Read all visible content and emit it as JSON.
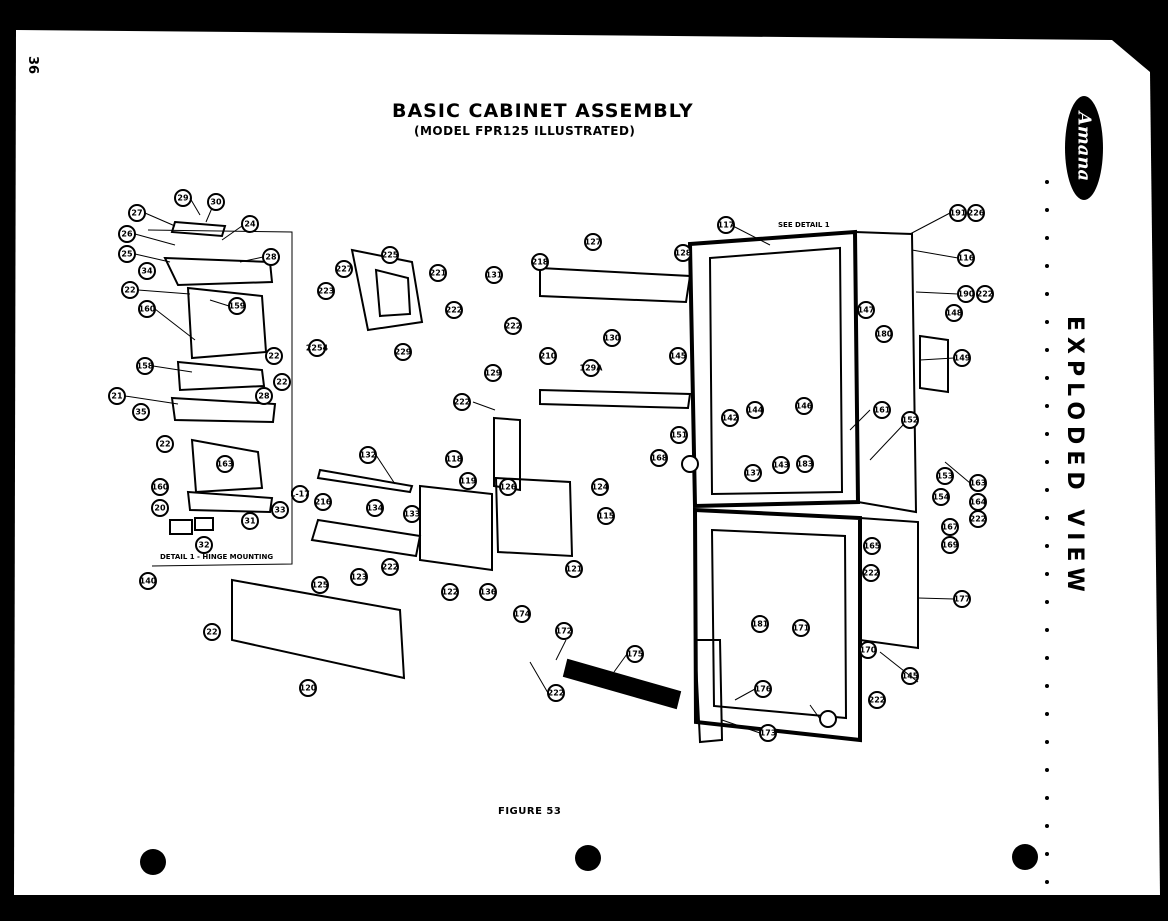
{
  "page": {
    "number": "36",
    "title": "BASIC CABINET ASSEMBLY",
    "subtitle": "(MODEL FPR125 ILLUSTRATED)",
    "side_title": "EXPLODED VIEW",
    "figure_label": "FIGURE 53",
    "brand": "Amana",
    "detail_caption": "DETAIL 1 - HINGE MOUNTING",
    "detail_callout": "SEE DETAIL 1"
  },
  "parts": [
    {
      "id": "29"
    },
    {
      "id": "30"
    },
    {
      "id": "27"
    },
    {
      "id": "24"
    },
    {
      "id": "26"
    },
    {
      "id": "25"
    },
    {
      "id": "34"
    },
    {
      "id": "28"
    },
    {
      "id": "22a"
    },
    {
      "id": "159"
    },
    {
      "id": "160"
    },
    {
      "id": "158"
    },
    {
      "id": "22b"
    },
    {
      "id": "22c"
    },
    {
      "id": "21"
    },
    {
      "id": "28b"
    },
    {
      "id": "35"
    },
    {
      "id": "22d"
    },
    {
      "id": "163"
    },
    {
      "id": "160b"
    },
    {
      "id": "20"
    },
    {
      "id": "31"
    },
    {
      "id": "33"
    },
    {
      "id": "32"
    },
    {
      "id": "140"
    },
    {
      "id": "22e"
    },
    {
      "id": "120"
    },
    {
      "id": "225"
    },
    {
      "id": "227"
    },
    {
      "id": "221"
    },
    {
      "id": "223"
    },
    {
      "id": "222a"
    },
    {
      "id": "2254"
    },
    {
      "id": "229"
    },
    {
      "id": "127"
    },
    {
      "id": "131"
    },
    {
      "id": "218"
    },
    {
      "id": "128"
    },
    {
      "id": "222b"
    },
    {
      "id": "130"
    },
    {
      "id": "210"
    },
    {
      "id": "129"
    },
    {
      "id": "129A"
    },
    {
      "id": "145"
    },
    {
      "id": "222c"
    },
    {
      "id": "132"
    },
    {
      "id": "134"
    },
    {
      "id": "133"
    },
    {
      "id": "118"
    },
    {
      "id": "119"
    },
    {
      "id": "126"
    },
    {
      "id": "124"
    },
    {
      "id": "115"
    },
    {
      "id": "L-17"
    },
    {
      "id": "216"
    },
    {
      "id": "125"
    },
    {
      "id": "123"
    },
    {
      "id": "122"
    },
    {
      "id": "222d"
    },
    {
      "id": "136"
    },
    {
      "id": "121"
    },
    {
      "id": "174"
    },
    {
      "id": "172"
    },
    {
      "id": "222e"
    },
    {
      "id": "175"
    },
    {
      "id": "176"
    },
    {
      "id": "173"
    },
    {
      "id": "117"
    },
    {
      "id": "191"
    },
    {
      "id": "226"
    },
    {
      "id": "116"
    },
    {
      "id": "190"
    },
    {
      "id": "222f"
    },
    {
      "id": "147"
    },
    {
      "id": "180"
    },
    {
      "id": "148"
    },
    {
      "id": "149"
    },
    {
      "id": "144"
    },
    {
      "id": "142"
    },
    {
      "id": "143"
    },
    {
      "id": "146"
    },
    {
      "id": "151"
    },
    {
      "id": "137"
    },
    {
      "id": "168"
    },
    {
      "id": "161"
    },
    {
      "id": "152"
    },
    {
      "id": "183"
    },
    {
      "id": "163b"
    },
    {
      "id": "153"
    },
    {
      "id": "154"
    },
    {
      "id": "164"
    },
    {
      "id": "222g"
    },
    {
      "id": "167"
    },
    {
      "id": "169"
    },
    {
      "id": "165"
    },
    {
      "id": "222h"
    },
    {
      "id": "177"
    },
    {
      "id": "181"
    },
    {
      "id": "171"
    },
    {
      "id": "170"
    },
    {
      "id": "222i"
    },
    {
      "id": "145b"
    }
  ]
}
